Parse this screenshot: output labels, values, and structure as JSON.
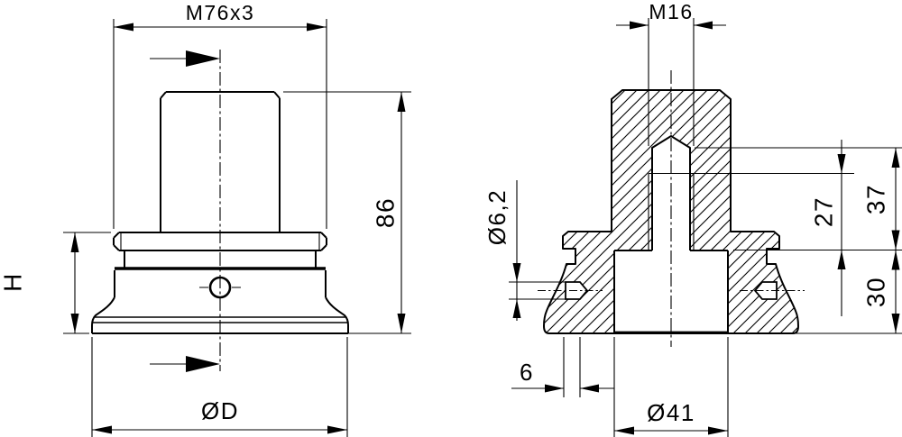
{
  "drawing": {
    "background": "#ffffff",
    "line_color": "#000000",
    "dimensions": {
      "flange_thread": "M76x3",
      "top_thread": "M16",
      "overall_height": "86",
      "cup_height": "H",
      "cup_diameter": "ØD",
      "side_hole_diameter": "Ø6,2",
      "thread_depth": "27",
      "hole_depth": "37",
      "bore_depth": "30",
      "side_hole_offset": "6",
      "bore_diameter": "Ø41"
    }
  }
}
